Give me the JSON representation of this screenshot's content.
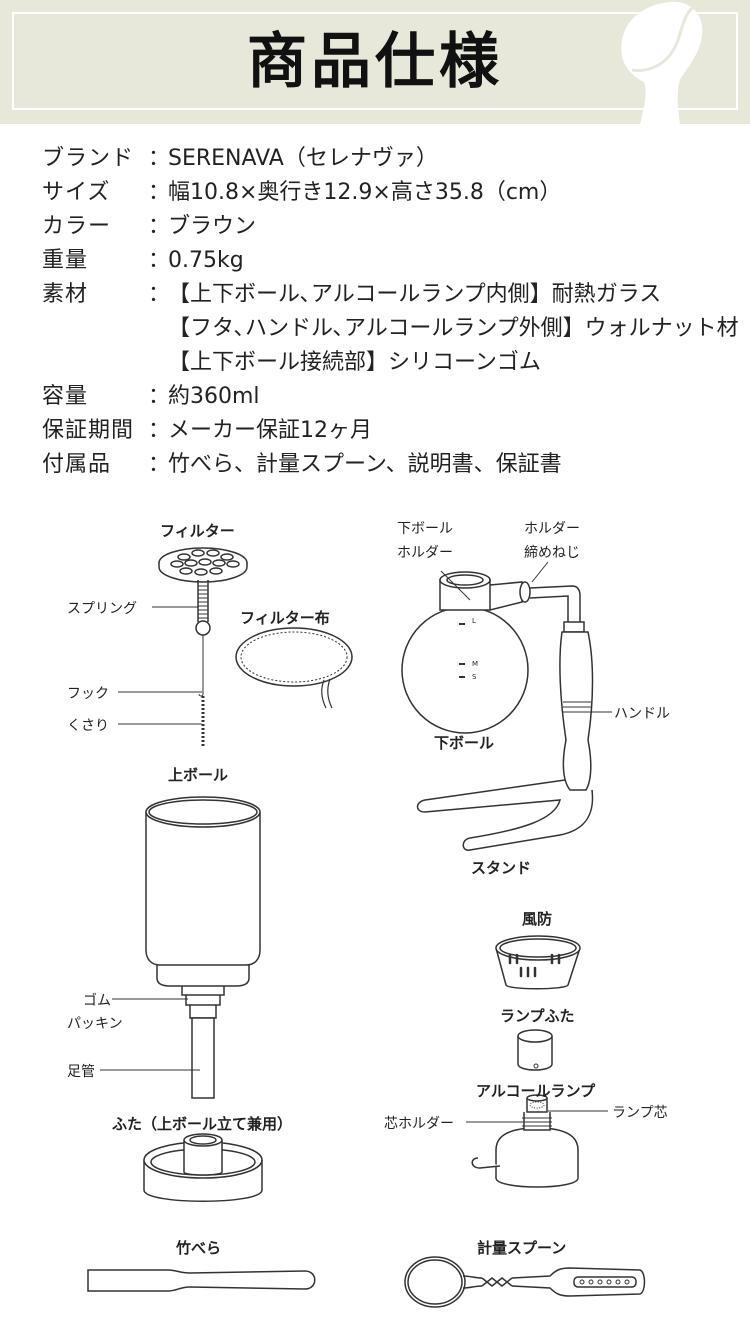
{
  "header": {
    "title": "商品仕様",
    "decor_icon": "coffee-bean-spoon-icon",
    "background_color": "#e7e7da"
  },
  "specs": [
    {
      "key": "ブランド",
      "colon": "：",
      "values": [
        "SERENAVA（セレナヴァ）"
      ]
    },
    {
      "key": "サイズ",
      "colon": "：",
      "values": [
        "幅10.8×奥行き12.9×高さ35.8（cm）"
      ]
    },
    {
      "key": "カラー",
      "colon": "：",
      "values": [
        "ブラウン"
      ]
    },
    {
      "key": "重量",
      "colon": "：",
      "values": [
        "0.75kg"
      ]
    },
    {
      "key": "素材",
      "colon": "：",
      "values": [
        "【上下ボール､アルコールランプ内側】耐熱ガラス",
        "【フタ､ハンドル､アルコールランプ外側】ウォルナット材",
        "【上下ボール接続部】シリコーンゴム"
      ]
    },
    {
      "key": "容量",
      "colon": "：",
      "values": [
        "約360ml"
      ]
    },
    {
      "key": "保証期間",
      "colon": "：",
      "values": [
        "メーカー保証12ヶ月"
      ]
    },
    {
      "key": "付属品",
      "colon": "：",
      "values": [
        "竹べら、計量スプーン、説明書、保証書"
      ]
    }
  ],
  "diagram": {
    "filter": {
      "title": "フィルター",
      "spring": "スプリング",
      "hook": "フック",
      "chain": "くさり"
    },
    "filter_cloth": {
      "title": "フィルター布"
    },
    "lower_ball": {
      "title": "下ボール",
      "holder": "下ボール\nホルダー",
      "holder_l1": "下ボール",
      "holder_l2": "ホルダー",
      "screw_l1": "ホルダー",
      "screw_l2": "締めねじ",
      "handle": "ハンドル",
      "stand": "スタンド",
      "marks": [
        "L",
        "M",
        "S"
      ]
    },
    "upper_ball": {
      "title": "上ボール",
      "gasket_l1": "ゴム",
      "gasket_l2": "パッキン",
      "foot_tube": "足管",
      "lid": "ふた（上ボール立て兼用）"
    },
    "lamp": {
      "windshield": "風防",
      "lamp_lid": "ランプふた",
      "lamp": "アルコールランプ",
      "wick_holder": "芯ホルダー",
      "wick": "ランプ芯"
    },
    "accessories": {
      "spatula": "竹べら",
      "spoon": "計量スプーン"
    }
  }
}
